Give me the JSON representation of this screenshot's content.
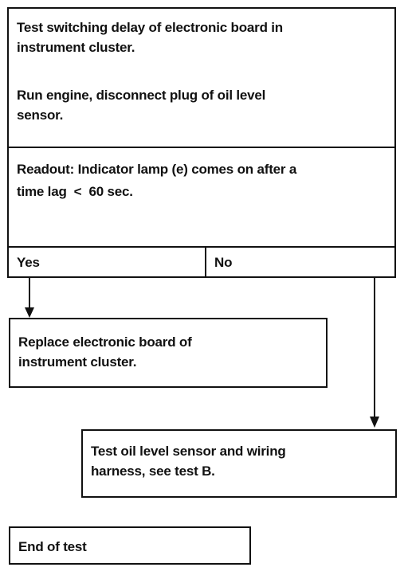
{
  "flowchart": {
    "test_box": {
      "line1": "Test switching delay of electronic board in",
      "line2": "instrument cluster.",
      "line3": "Run engine, disconnect plug of oil level",
      "line4": "sensor."
    },
    "readout_box": {
      "line1": "Readout: Indicator lamp (e) comes on after a",
      "line2": "time lag  <  60 sec."
    },
    "branches": {
      "yes": "Yes",
      "no": "No"
    },
    "yes_action": {
      "line1": "Replace electronic board of",
      "line2": "instrument cluster."
    },
    "no_action": {
      "line1": "Test oil level sensor and wiring",
      "line2": "harness, see test B."
    },
    "end": {
      "label": "End of test"
    }
  }
}
